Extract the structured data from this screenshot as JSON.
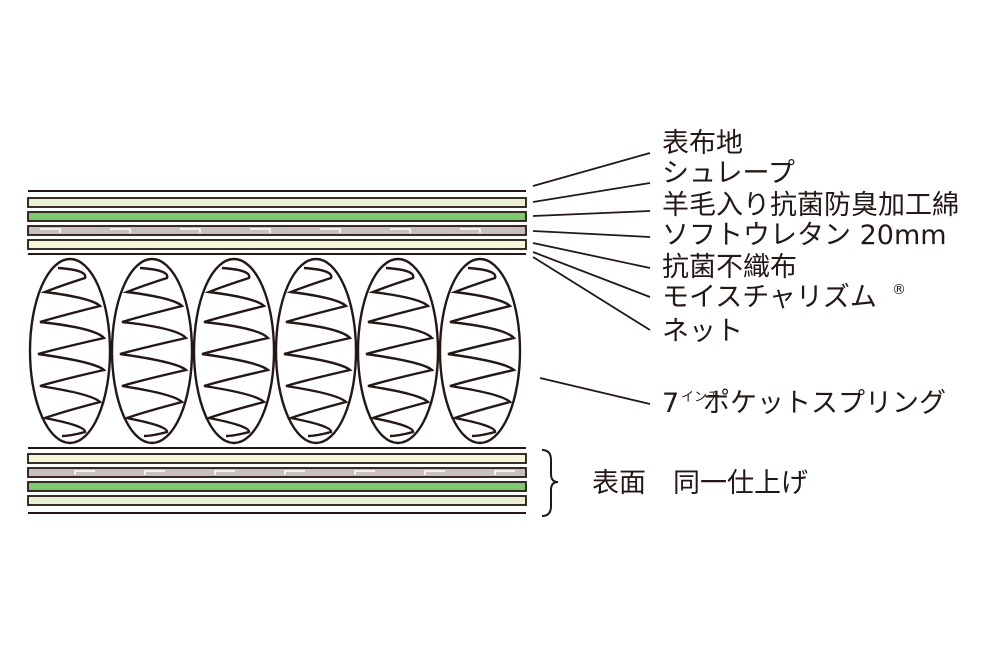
{
  "colors": {
    "line": "#231815",
    "fabric_fill": "#ffffff",
    "wool_fill": "#7dc96e",
    "cream_fill": "#f4f6d8",
    "urethane_fill": "#c8c0bc",
    "pale_green": "#e9f1d2"
  },
  "labels": {
    "top_fabric": "表布地",
    "shurepu": "シュレープ",
    "wool": "羊毛入り抗菌防臭加工綿",
    "urethane": "ソフトウレタン 20mm",
    "nonwoven": "抗菌不織布",
    "moisture": "モイスチャリズム",
    "moisture_mark": "®",
    "net": "ネット",
    "spring_number": "7",
    "spring_inch_small": "インチ",
    "spring_name": "ポケットスプリング",
    "bottom_note": "表面　同一仕上げ"
  },
  "spring_count": 6
}
